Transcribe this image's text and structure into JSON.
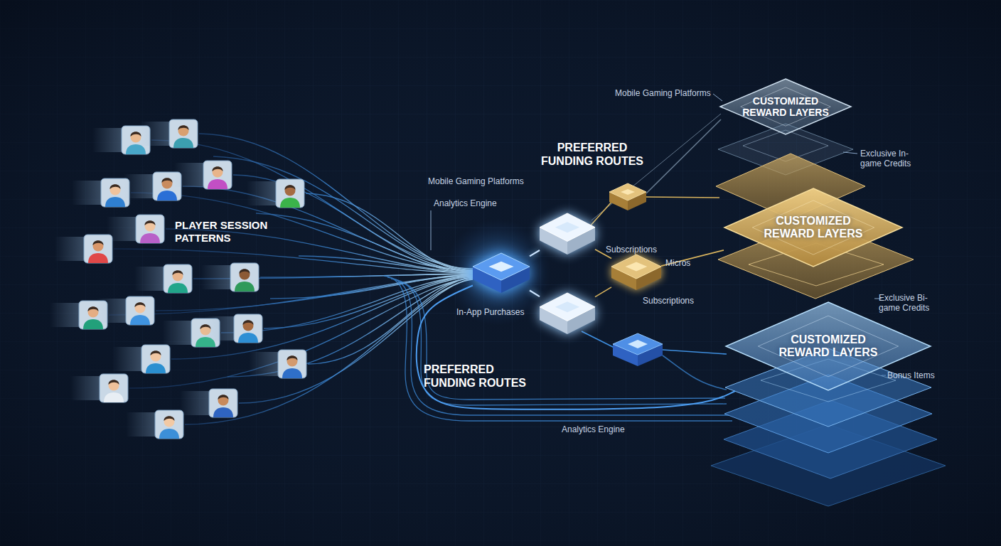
{
  "diagram": {
    "nodes": [
      {
        "text": [
          "In-App Purchases"
        ]
      },
      {
        "text": [
          "Subscriptions"
        ]
      },
      {
        "text": [
          "Micros"
        ]
      },
      {
        "text": [
          "Subscriptions"
        ]
      },
      {
        "text": [
          "CUSTOMIZED REWARD LAYERS"
        ]
      },
      {
        "text": [
          "CUSTOMIZED REWARD LAYERS"
        ]
      },
      {
        "text": [
          "CUSTOMIZED REWARD LAYERS"
        ]
      }
    ],
    "edges": [
      {
        "from": 0,
        "to": 1,
        "arrow": "none"
      },
      {
        "from": 0,
        "to": 3,
        "arrow": "none"
      },
      {
        "from": 1,
        "to": 2,
        "arrow": "none"
      },
      {
        "from": 3,
        "to": 2,
        "arrow": "none"
      },
      {
        "from": 2,
        "to": 5,
        "arrow": "none"
      },
      {
        "from": 0,
        "to": 6,
        "arrow": "none"
      }
    ],
    "labels": [
      "Mobile Gaming Platforms",
      "PREFERRED FUNDING ROUTES",
      "Exclusive In-game Credits",
      "Mobile Gaming Platforms",
      "Analytics Engine",
      "PLAYER SESSION PATTERNS",
      "Exclusive Bi-game Credits",
      "PREFERRED FUNDING ROUTES",
      "Bonus Items",
      "Analytics Engine"
    ]
  }
}
